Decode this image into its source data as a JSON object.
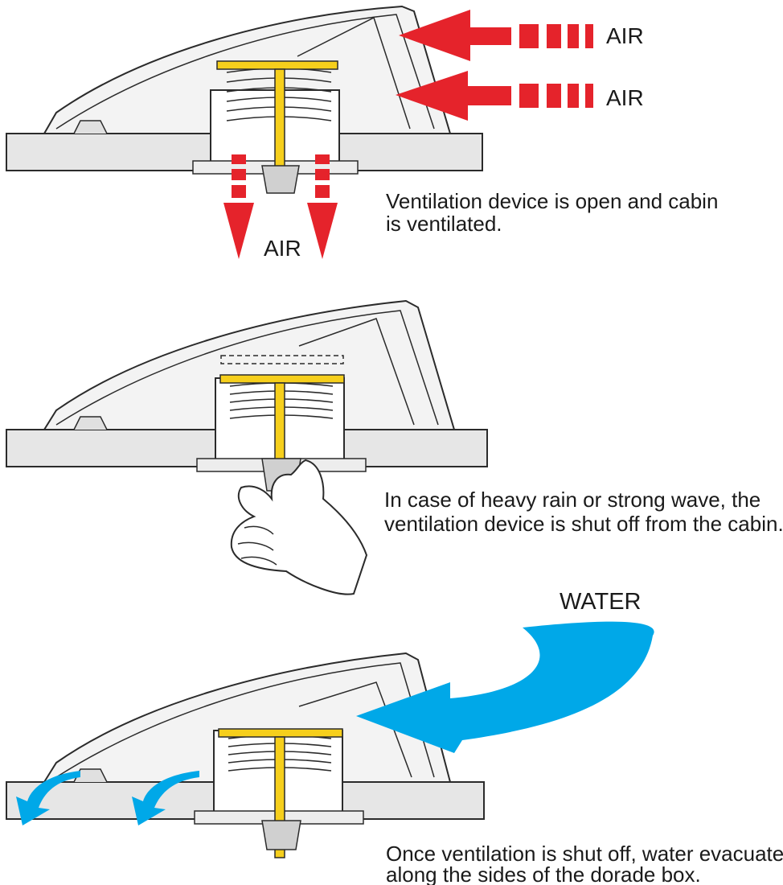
{
  "colors": {
    "air_arrow": "#e5232b",
    "water_arrow": "#00a8e8",
    "cap": "#f6cf1c",
    "deck": "#e6e6e6",
    "outline": "#2b2b2b"
  },
  "panels": [
    {
      "state": "open",
      "labels": [
        "AIR",
        "AIR",
        "AIR"
      ],
      "caption": [
        "Ventilation device is open and cabin",
        "is ventilated."
      ]
    },
    {
      "state": "closed-by-hand",
      "caption": [
        "In case of heavy rain or strong wave, the",
        "ventilation device is shut off from the cabin."
      ]
    },
    {
      "state": "water-evacuation",
      "labels": [
        "WATER"
      ],
      "caption": [
        "Once ventilation is shut off, water evacuates",
        "along the sides of the dorade box."
      ]
    }
  ]
}
